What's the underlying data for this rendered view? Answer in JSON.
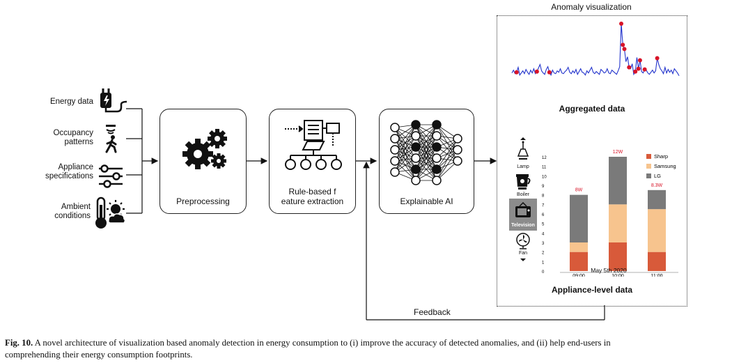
{
  "inputs": [
    {
      "label": "Energy data",
      "icon": "plug-icon"
    },
    {
      "label": "Occupancy\npatterns",
      "icon": "person-sensor-icon"
    },
    {
      "label": "Appliance\nspecifications",
      "icon": "sliders-icon"
    },
    {
      "label": "Ambient\nconditions",
      "icon": "thermometer-sun-icon"
    }
  ],
  "stages": [
    {
      "label": "Preprocessing",
      "icon": "gears-icon"
    },
    {
      "label": "Rule-based f\neature extraction",
      "icon": "flowchart-icon"
    },
    {
      "label": "Explainable AI",
      "icon": "neural-network-icon"
    }
  ],
  "feedback_label": "Feedback",
  "panel": {
    "title": "Anomaly visualization",
    "aggregated_label": "Aggregated data",
    "appliance_label": "Appliance-level data",
    "appliances": [
      "Lamp",
      "Boiler",
      "Television",
      "Fan"
    ],
    "date_label": "May 5th 2020"
  },
  "chart_data": [
    {
      "type": "line",
      "title": "",
      "y": [
        3.0,
        3.4,
        2.9,
        3.1,
        3.8,
        2.7,
        3.0,
        3.3,
        2.9,
        3.5,
        3.1,
        2.8,
        3.4,
        3.0,
        3.6,
        2.9,
        3.2,
        3.7,
        4.2,
        3.3,
        3.0,
        2.8,
        3.5,
        3.9,
        3.1,
        2.7,
        3.4,
        3.0,
        2.9,
        3.3,
        3.1,
        3.6,
        3.0,
        2.9,
        3.2,
        3.4,
        3.8,
        3.1,
        2.9,
        3.3,
        3.0,
        3.5,
        2.8,
        3.2,
        3.6,
        3.1,
        3.0,
        2.7,
        3.3,
        3.0,
        3.4,
        3.8,
        3.1,
        2.9,
        3.2,
        3.0,
        2.8,
        3.5,
        3.3,
        3.0,
        3.1,
        3.6,
        3.0,
        2.9,
        3.4,
        3.2,
        3.0,
        2.8,
        3.3,
        3.9,
        10.0,
        7.0,
        6.4,
        4.6,
        5.3,
        3.8,
        3.6,
        4.3,
        2.8,
        3.2,
        5.2,
        3.6,
        4.8,
        3.2,
        3.0,
        3.5,
        3.4,
        3.0,
        2.8,
        3.1,
        3.4,
        3.0,
        3.3,
        5.1,
        4.2,
        3.6,
        3.3,
        2.9,
        3.8,
        3.0,
        3.5,
        3.1,
        3.4,
        2.9,
        3.6,
        3.3,
        3.0,
        2.6
      ],
      "anomaly_indices": [
        3,
        16,
        24,
        70,
        71,
        72,
        75,
        79,
        81,
        82,
        85,
        93
      ]
    },
    {
      "type": "bar",
      "categories": [
        "09:00",
        "10:00",
        "11:00"
      ],
      "series": [
        {
          "name": "Sharp",
          "color": "#d85a3a",
          "values": [
            2.0,
            3.0,
            2.0
          ]
        },
        {
          "name": "Samsung",
          "color": "#f7c48e",
          "values": [
            1.0,
            4.0,
            4.5
          ]
        },
        {
          "name": "LG",
          "color": "#7a7a7a",
          "values": [
            5.0,
            5.0,
            2.0
          ]
        }
      ],
      "data_labels": [
        "8W",
        "12W",
        "8.3W"
      ],
      "ylim": [
        0,
        12
      ],
      "yticks": [
        0,
        1,
        2,
        3,
        4,
        5,
        6,
        7,
        8,
        9,
        10,
        11,
        12
      ],
      "xlabel": "May 5th 2020",
      "legend_position": "top-right"
    }
  ],
  "caption": {
    "fig_label": "Fig. 10.",
    "text": " A novel architecture of visualization based anomaly detection in energy consumption to (i) improve the accuracy of detected anomalies, and (ii) help end-users in",
    "text2": "comprehending their energy consumption footprints."
  }
}
